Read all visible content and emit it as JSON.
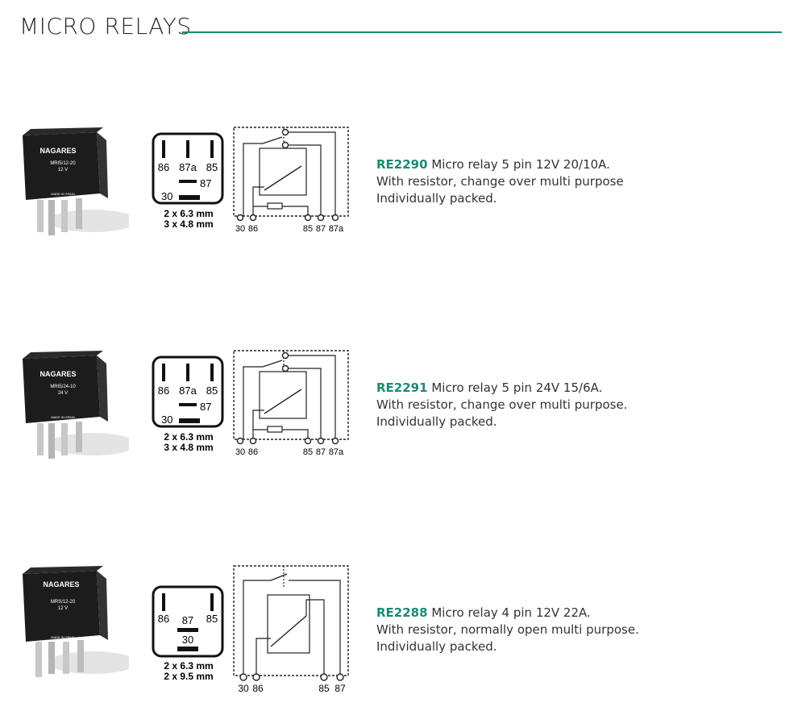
{
  "header": {
    "title": "MICRO RELAYS"
  },
  "colors": {
    "accent": "#1b8a73"
  },
  "products": [
    {
      "code": "RE2290",
      "line1": "Micro relay 5 pin 12V 20/10A.",
      "line2": "With resistor, change over multi purpose",
      "line3": "Individually packed.",
      "photo": {
        "brand": "NAGARES",
        "model": "MRI5/12-20",
        "voltage": "12 V",
        "made": "MADE IN SPAIN"
      },
      "pinout": {
        "top": [
          "86",
          "87a",
          "85"
        ],
        "mid": "87",
        "bottom": "30",
        "size1": "2 x 6.3 mm",
        "size2": "3 x 4.8 mm"
      },
      "schematic": {
        "left": [
          "30",
          "86"
        ],
        "right": [
          "85",
          "87",
          "87a"
        ]
      }
    },
    {
      "code": "RE2291",
      "line1": "Micro relay 5 pin 24V 15/6A.",
      "line2": "With resistor, change over multi purpose.",
      "line3": "Individually packed.",
      "photo": {
        "brand": "NAGARES",
        "model": "MRI5/24-10",
        "voltage": "24 V",
        "made": "MADE IN SPAIN"
      },
      "pinout": {
        "top": [
          "86",
          "87a",
          "85"
        ],
        "mid": "87",
        "bottom": "30",
        "size1": "2 x 6.3 mm",
        "size2": "3 x 4.8 mm"
      },
      "schematic": {
        "left": [
          "30",
          "86"
        ],
        "right": [
          "85",
          "87",
          "87a"
        ]
      }
    },
    {
      "code": "RE2288",
      "line1": "Micro relay 4 pin 12V 22A.",
      "line2": "With resistor, normally open multi purpose.",
      "line3": "Individually packed.",
      "photo": {
        "brand": "NAGARES",
        "model": "MRS/12-20",
        "voltage": "12 V",
        "made": "MADE IN SPAIN"
      },
      "pinout": {
        "top": [
          "86",
          "85"
        ],
        "mid": "87",
        "bottom": "30",
        "size1": "2 x 6.3 mm",
        "size2": "2 x 9.5 mm"
      },
      "schematic": {
        "left": [
          "30",
          "86"
        ],
        "right": [
          "85",
          "87"
        ]
      }
    }
  ]
}
